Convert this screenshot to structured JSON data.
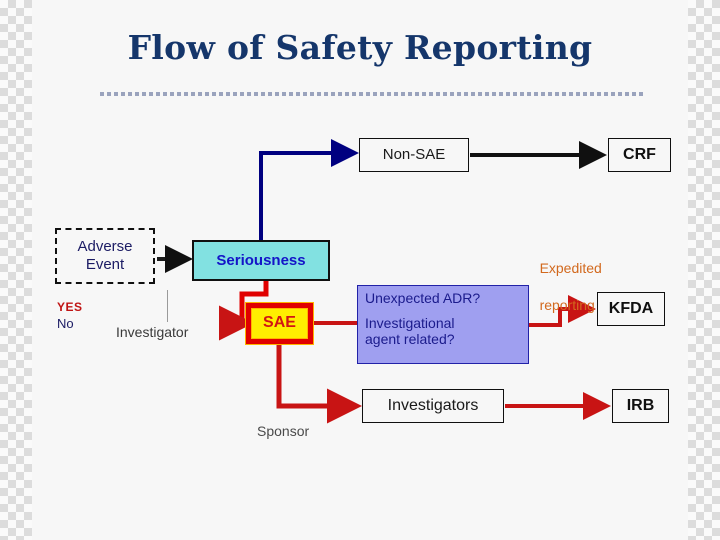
{
  "slide": {
    "title": "Flow of Safety Reporting",
    "background_color": "#f7f7f7",
    "title_color": "#15366b",
    "divider_color": "#9aa3bd"
  },
  "nodes": {
    "adverse_event": {
      "line1": "Adverse",
      "line2": "Event",
      "fill": "#f7f7f7",
      "text_color": "#1b1b64",
      "border": "dashed-black"
    },
    "seriousness": {
      "label": "Seriousness",
      "fill": "#82e1e1",
      "text_color": "#1414c8",
      "border": "#101010"
    },
    "non_sae": {
      "label": "Non-SAE",
      "fill": "#f7f7f7",
      "text_color": "#1a1a1a",
      "border": "#101010"
    },
    "crf": {
      "label": "CRF",
      "fill": "#f7f7f7",
      "text_color": "#101010",
      "border": "#101010"
    },
    "sae": {
      "label": "SAE",
      "fill": "#ffee00",
      "text_color": "#d21414",
      "border": "#e00000"
    },
    "adr": {
      "line1": "Unexpected ADR?",
      "line2": "Investigational",
      "line3": "agent related?",
      "fill": "#9f9ff0",
      "text_color": "#1b1b8c",
      "border": "#2222a8"
    },
    "kfda": {
      "label": "KFDA",
      "fill": "#f7f7f7",
      "text_color": "#101010",
      "border": "#101010"
    },
    "investigators": {
      "label": "Investigators",
      "fill": "#f7f7f7",
      "text_color": "#1a1a1a",
      "border": "#101010"
    },
    "irb": {
      "label": "IRB",
      "fill": "#f7f7f7",
      "text_color": "#101010",
      "border": "#101010"
    }
  },
  "labels": {
    "yes": "YES",
    "no": "No",
    "investigator": "Investigator",
    "sponsor": "Sponsor",
    "expedited_line1": "Expedited",
    "expedited_line2": "reporting",
    "yes_color": "#c01414",
    "no_color": "#1b1b64",
    "expedited_color": "#d2691e",
    "sponsor_color": "#4a4a4a",
    "investigator_color": "#3a3a3a"
  },
  "connectors": [
    {
      "name": "adverse-to-seriousness",
      "color": "#1a1a1a",
      "style": "straight-arrow"
    },
    {
      "name": "seriousness-to-non-sae",
      "color": "#000080",
      "style": "elbow-arrow"
    },
    {
      "name": "non-sae-to-crf",
      "color": "#101010",
      "style": "straight-arrow"
    },
    {
      "name": "seriousness-to-sae",
      "color": "#e00000",
      "style": "elbow-arrow"
    },
    {
      "name": "sae-to-adr",
      "color": "#c81414",
      "style": "straight-line"
    },
    {
      "name": "adr-to-kfda",
      "color": "#c81414",
      "style": "elbow-arrow"
    },
    {
      "name": "sae-to-investigators",
      "color": "#c81414",
      "style": "elbow-arrow"
    },
    {
      "name": "investigators-to-irb",
      "color": "#c81414",
      "style": "straight-arrow"
    }
  ]
}
